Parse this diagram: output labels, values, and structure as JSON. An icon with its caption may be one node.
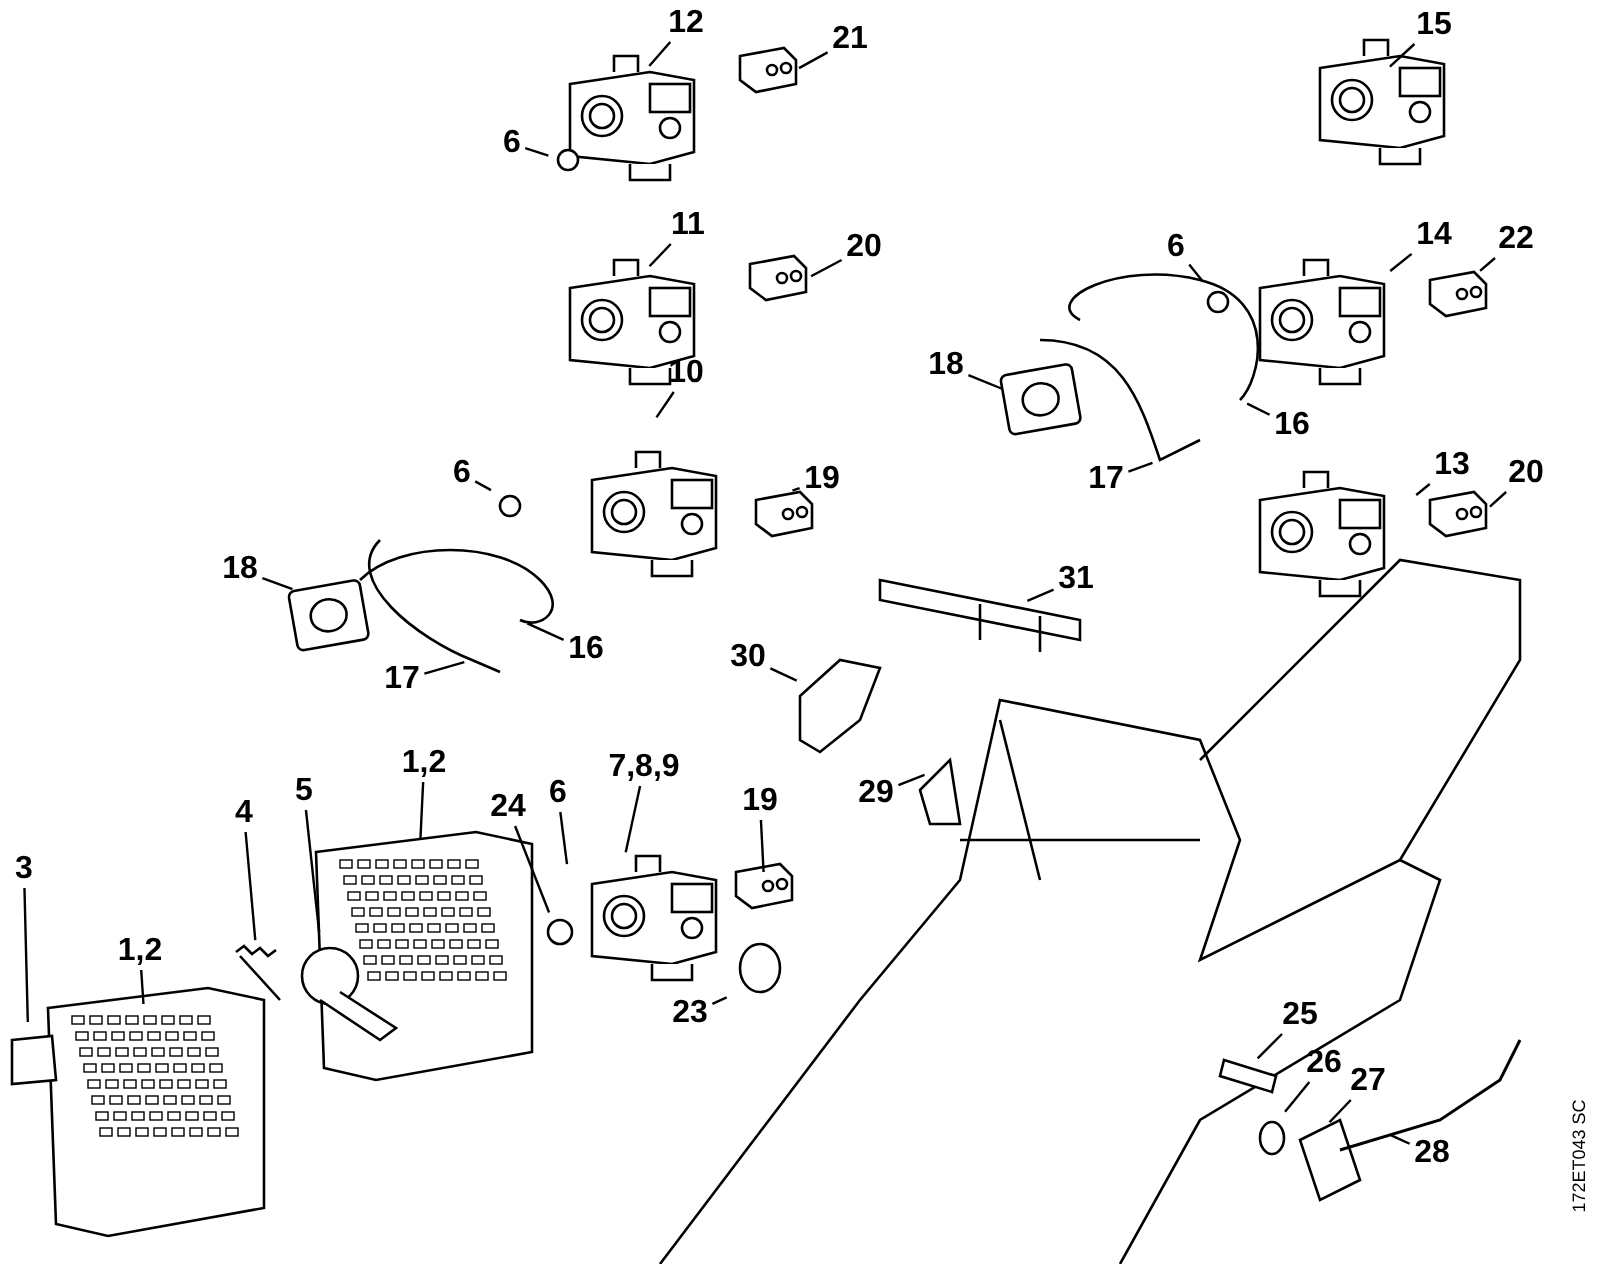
{
  "diagram": {
    "nodes": [
      {
        "text": [
          "12"
        ]
      },
      {
        "text": [
          "6"
        ]
      },
      {
        "text": [
          "21"
        ]
      },
      {
        "text": [
          "15"
        ]
      },
      {
        "text": [
          "11"
        ]
      },
      {
        "text": [
          "20"
        ]
      },
      {
        "text": [
          "14"
        ]
      },
      {
        "text": [
          "6"
        ]
      },
      {
        "text": [
          "22"
        ]
      },
      {
        "text": [
          "18"
        ]
      },
      {
        "text": [
          "16"
        ]
      },
      {
        "text": [
          "17"
        ]
      },
      {
        "text": [
          "10"
        ]
      },
      {
        "text": [
          "6"
        ]
      },
      {
        "text": [
          "19"
        ]
      },
      {
        "text": [
          "13"
        ]
      },
      {
        "text": [
          "20"
        ]
      },
      {
        "text": [
          "18"
        ]
      },
      {
        "text": [
          "31"
        ]
      },
      {
        "text": [
          "16"
        ]
      },
      {
        "text": [
          "17"
        ]
      },
      {
        "text": [
          "30"
        ]
      },
      {
        "text": [
          "1,2"
        ]
      },
      {
        "text": [
          "24"
        ]
      },
      {
        "text": [
          "6"
        ]
      },
      {
        "text": [
          "7,8,9"
        ]
      },
      {
        "text": [
          "19"
        ]
      },
      {
        "text": [
          "29"
        ]
      },
      {
        "text": [
          "1,2"
        ]
      },
      {
        "text": [
          "4"
        ]
      },
      {
        "text": [
          "5"
        ]
      },
      {
        "text": [
          "3"
        ]
      },
      {
        "text": [
          "23"
        ]
      },
      {
        "text": [
          "25"
        ]
      },
      {
        "text": [
          "26"
        ]
      },
      {
        "text": [
          "27"
        ]
      },
      {
        "text": [
          "28"
        ]
      }
    ],
    "edges": [
      {
        "from": 0,
        "to": null,
        "arrow": "none"
      },
      {
        "from": 1,
        "to": null,
        "arrow": "none"
      },
      {
        "from": 2,
        "to": null,
        "arrow": "none"
      },
      {
        "from": 3,
        "to": null,
        "arrow": "none"
      },
      {
        "from": 4,
        "to": null,
        "arrow": "none"
      },
      {
        "from": 5,
        "to": null,
        "arrow": "none"
      },
      {
        "from": 6,
        "to": null,
        "arrow": "none"
      },
      {
        "from": 7,
        "to": null,
        "arrow": "none"
      },
      {
        "from": 8,
        "to": null,
        "arrow": "none"
      },
      {
        "from": 9,
        "to": null,
        "arrow": "none"
      },
      {
        "from": 10,
        "to": null,
        "arrow": "none"
      },
      {
        "from": 11,
        "to": null,
        "arrow": "none"
      },
      {
        "from": 12,
        "to": null,
        "arrow": "none"
      },
      {
        "from": 13,
        "to": null,
        "arrow": "none"
      },
      {
        "from": 14,
        "to": null,
        "arrow": "none"
      },
      {
        "from": 15,
        "to": null,
        "arrow": "none"
      },
      {
        "from": 16,
        "to": null,
        "arrow": "none"
      },
      {
        "from": 17,
        "to": null,
        "arrow": "none"
      },
      {
        "from": 18,
        "to": null,
        "arrow": "none"
      },
      {
        "from": 19,
        "to": null,
        "arrow": "none"
      },
      {
        "from": 20,
        "to": null,
        "arrow": "none"
      },
      {
        "from": 21,
        "to": null,
        "arrow": "none"
      },
      {
        "from": 22,
        "to": null,
        "arrow": "none"
      },
      {
        "from": 23,
        "to": null,
        "arrow": "none"
      },
      {
        "from": 24,
        "to": null,
        "arrow": "none"
      },
      {
        "from": 25,
        "to": null,
        "arrow": "none"
      },
      {
        "from": 26,
        "to": null,
        "arrow": "none"
      },
      {
        "from": 27,
        "to": null,
        "arrow": "none"
      },
      {
        "from": 28,
        "to": null,
        "arrow": "none"
      },
      {
        "from": 29,
        "to": null,
        "arrow": "none"
      },
      {
        "from": 30,
        "to": null,
        "arrow": "none"
      },
      {
        "from": 31,
        "to": null,
        "arrow": "none"
      },
      {
        "from": 32,
        "to": null,
        "arrow": "none"
      },
      {
        "from": 33,
        "to": null,
        "arrow": "none"
      },
      {
        "from": 34,
        "to": null,
        "arrow": "none"
      },
      {
        "from": 35,
        "to": null,
        "arrow": "none"
      },
      {
        "from": 36,
        "to": null,
        "arrow": "none"
      }
    ],
    "labels": [
      "172ET043 SC"
    ]
  }
}
